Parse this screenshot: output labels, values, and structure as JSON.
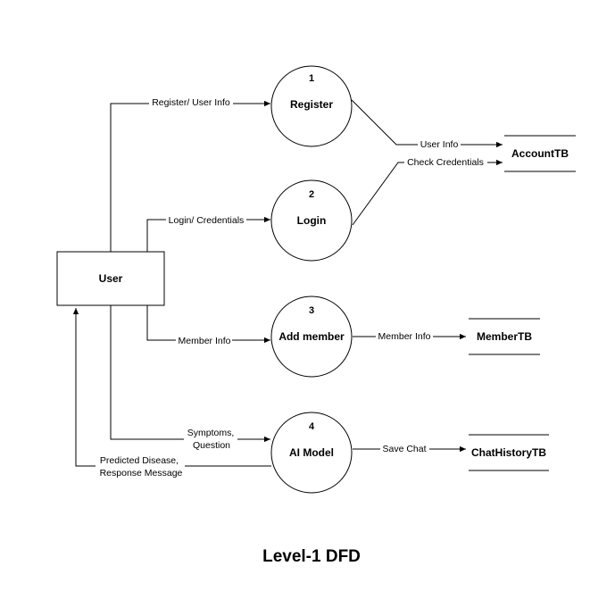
{
  "caption": "Level-1 DFD",
  "entity": {
    "label": "User"
  },
  "processes": [
    {
      "number": "1",
      "label": "Register"
    },
    {
      "number": "2",
      "label": "Login"
    },
    {
      "number": "3",
      "label": "Add member"
    },
    {
      "number": "4",
      "label": "AI Model"
    }
  ],
  "stores": [
    {
      "label": "AccountTB"
    },
    {
      "label": "MemberTB"
    },
    {
      "label": "ChatHistoryTB"
    }
  ],
  "flows": {
    "register_info": "Register/ User Info",
    "login_credentials": "Login/ Credentials",
    "member_info_in": "Member Info",
    "symptoms_line1": "Symptoms,",
    "symptoms_line2": "Question",
    "predicted_line1": "Predicted Disease,",
    "predicted_line2": "Response Message",
    "user_info": "User Info",
    "check_credentials": "Check Credentials",
    "member_info_out": "Member Info",
    "save_chat": "Save Chat"
  }
}
